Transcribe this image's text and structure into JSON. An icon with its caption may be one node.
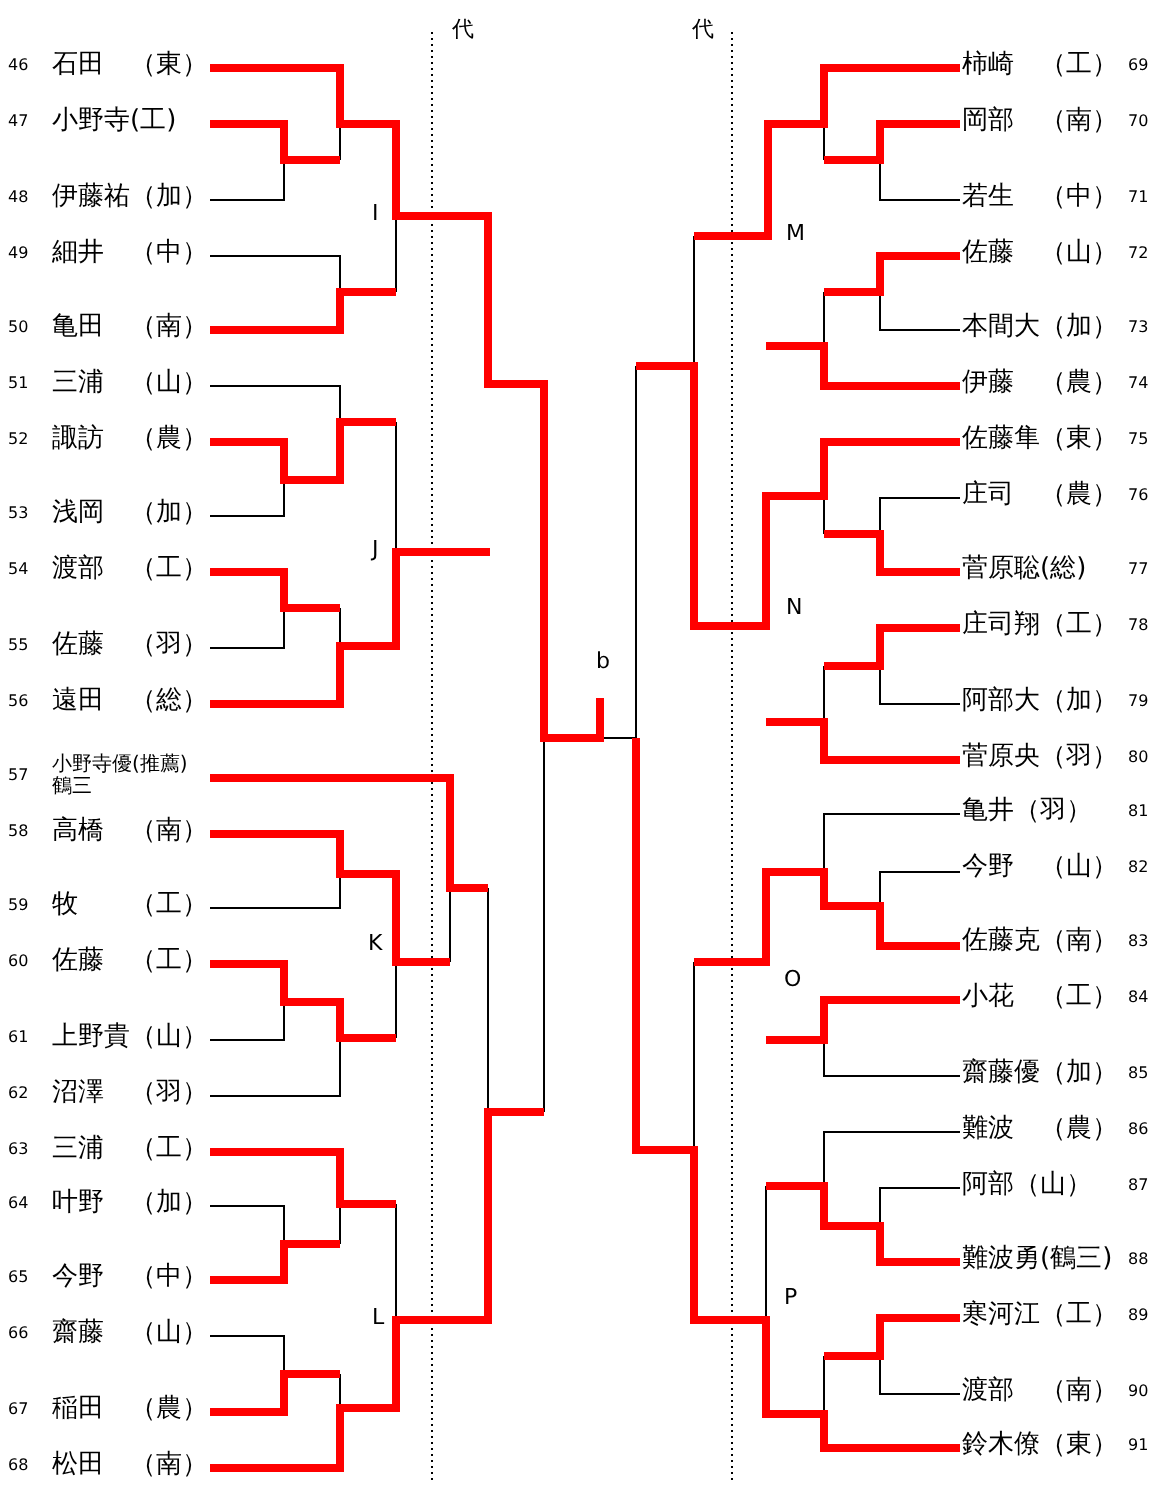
{
  "diagram": {
    "labels": [
      "代",
      "代",
      "46",
      "石田　（東）",
      "47",
      "小野寺(工)",
      "48",
      "伊藤祐（加）",
      "49",
      "細井　（中）",
      "50",
      "亀田　（南）",
      "51",
      "三浦　（山）",
      "52",
      "諏訪　（農）",
      "53",
      "浅岡　（加）",
      "54",
      "渡部　（工）",
      "55",
      "佐藤　（羽）",
      "56",
      "遠田　（総）",
      "57",
      "小野寺優(推薦) 鶴三",
      "58",
      "高橋　（南）",
      "59",
      "牧　　（工）",
      "60",
      "佐藤　（工）",
      "61",
      "上野貴（山）",
      "62",
      "沼澤　（羽）",
      "63",
      "三浦　（工）",
      "64",
      "叶野　（加）",
      "65",
      "今野　（中）",
      "66",
      "齋藤　（山）",
      "67",
      "稲田　（農）",
      "68",
      "松田　（南）",
      "柿崎　（工）",
      "69",
      "岡部　（南）",
      "70",
      "若生　（中）",
      "71",
      "佐藤　（山）",
      "72",
      "本間大（加）",
      "73",
      "伊藤　（農）",
      "74",
      "佐藤隼（東）",
      "75",
      "庄司　（農）",
      "76",
      "菅原聡(総)",
      "77",
      "庄司翔（工）",
      "78",
      "阿部大（加）",
      "79",
      "菅原央（羽）",
      "80",
      "亀井（羽）",
      "81",
      "今野　（山）",
      "82",
      "佐藤克（南）",
      "83",
      "小花　（工）",
      "84",
      "齋藤優（加）",
      "85",
      "難波　（農）",
      "86",
      "阿部（山）",
      "87",
      "難波勇(鶴三)",
      "88",
      "寒河江（工）",
      "89",
      "渡部　（南）",
      "90",
      "鈴木僚（東）",
      "91",
      "I",
      "J",
      "K",
      "L",
      "M",
      "N",
      "O",
      "P",
      "b"
    ]
  }
}
